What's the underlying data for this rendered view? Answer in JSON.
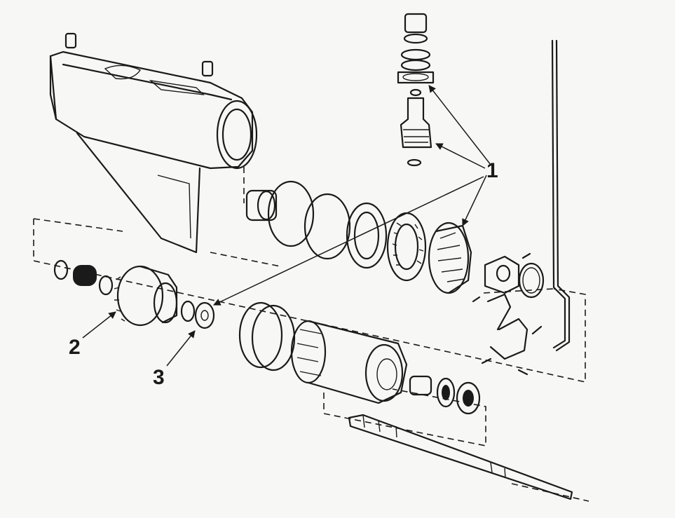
{
  "diagram": {
    "callouts": [
      {
        "id": "1",
        "label": "1"
      },
      {
        "id": "2",
        "label": "2"
      },
      {
        "id": "3",
        "label": "3"
      }
    ],
    "colors": {
      "ink": "#1a1a1a",
      "paper": "#f7f7f5"
    }
  }
}
